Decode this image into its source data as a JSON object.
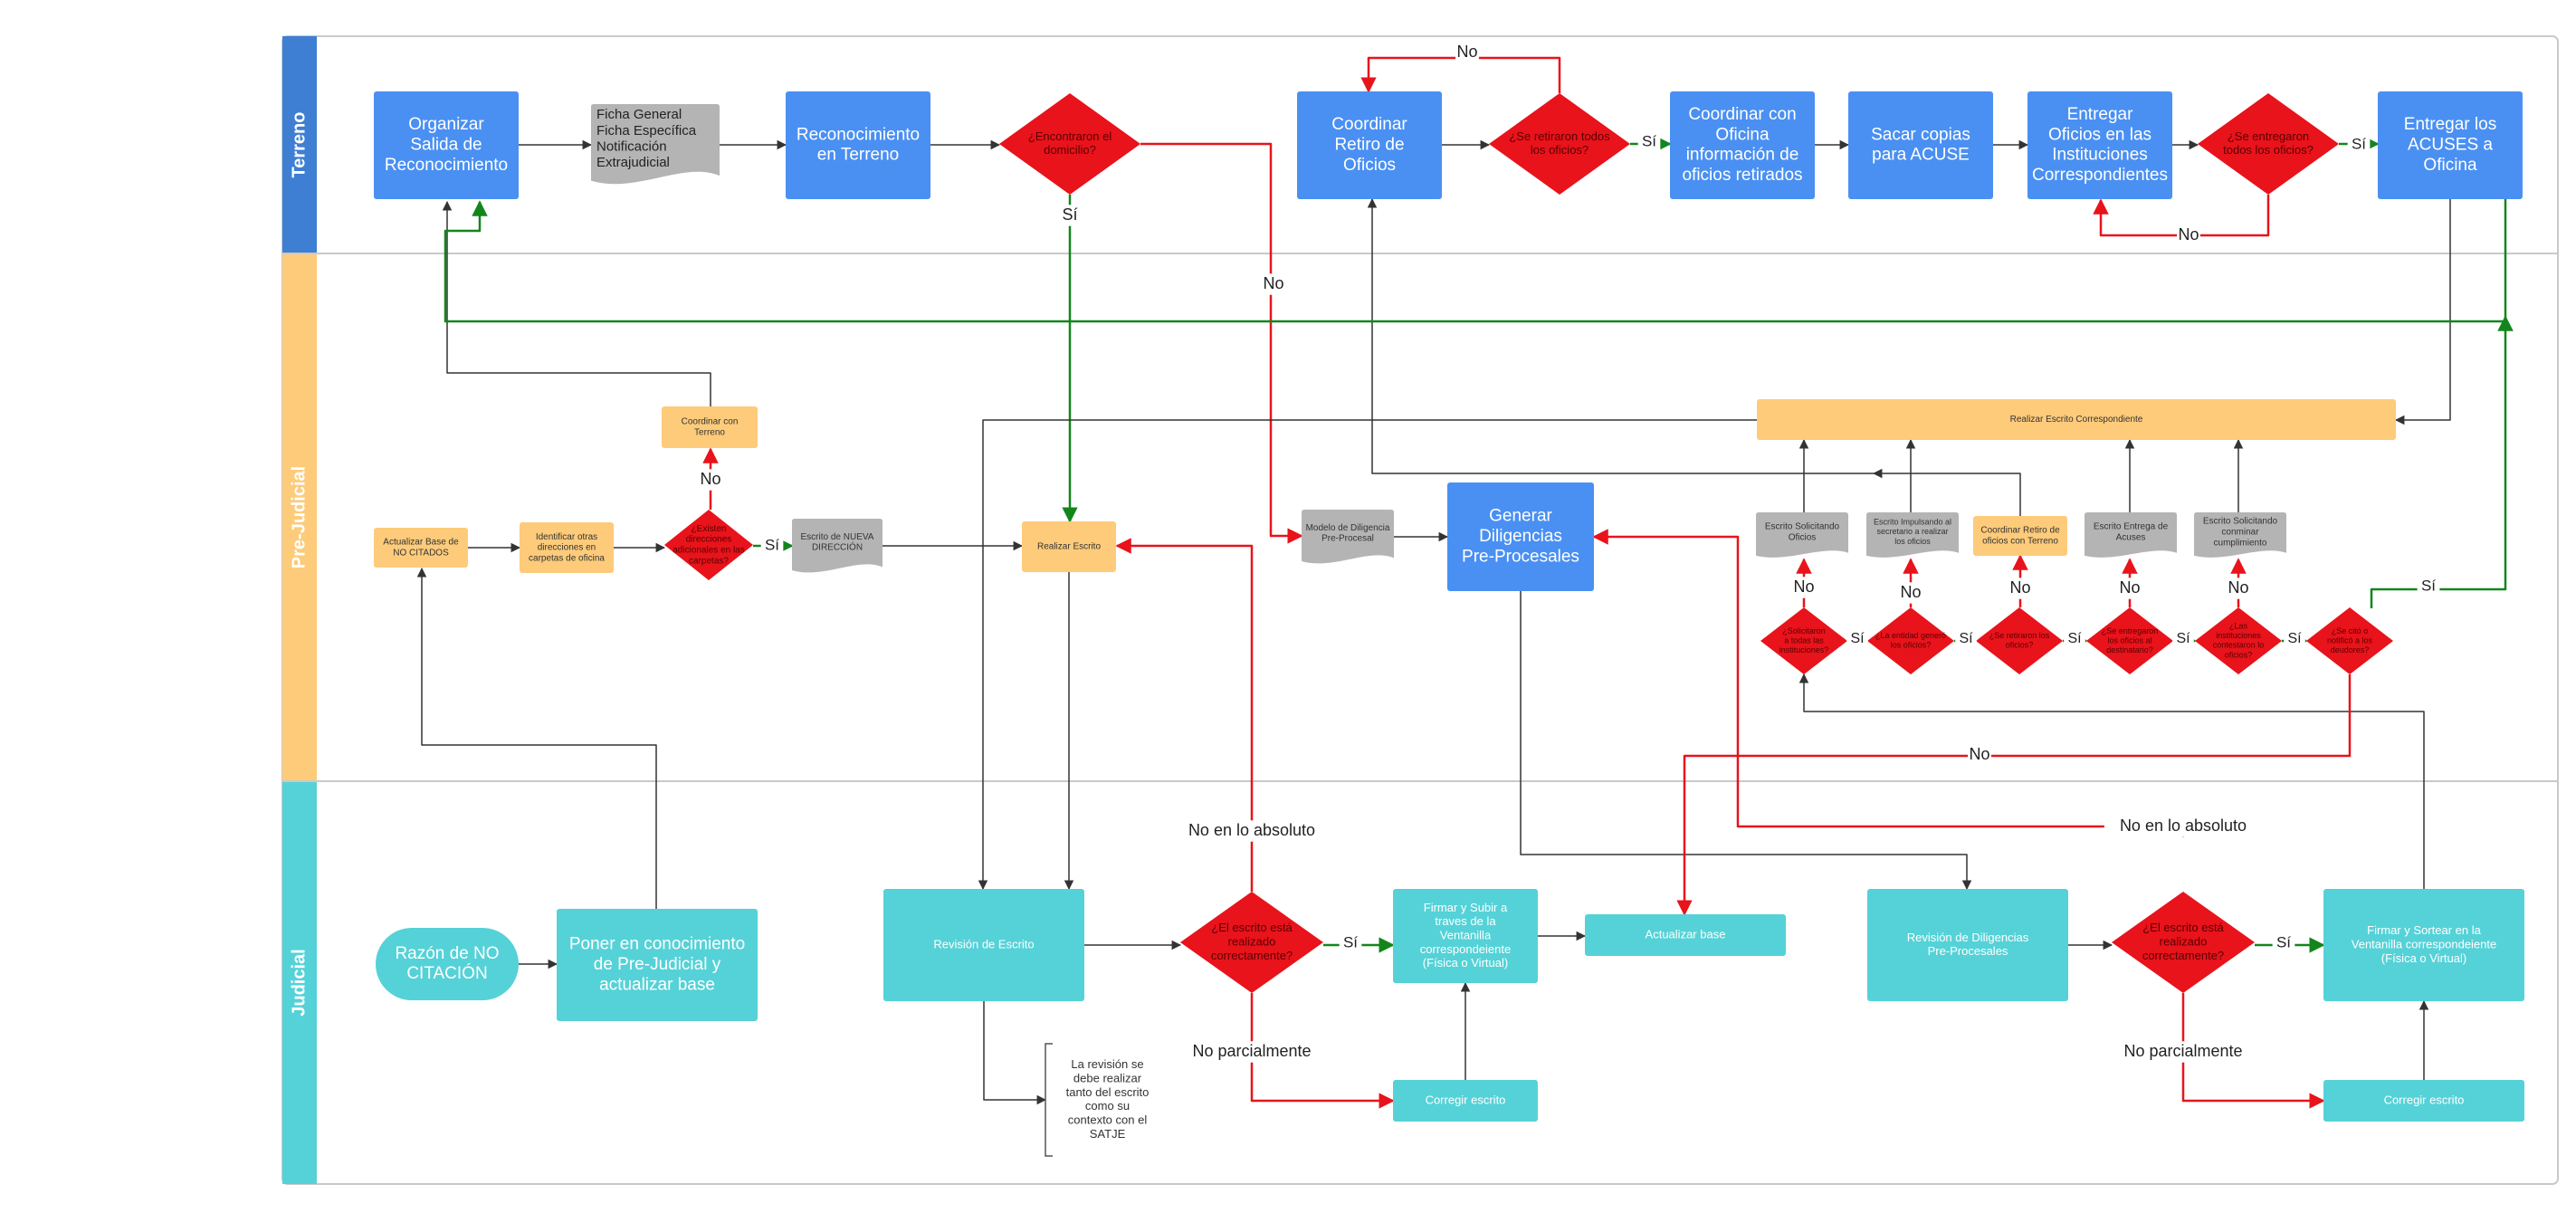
{
  "colors": {
    "lane_terreno": "#3f7fd3",
    "lane_prejudicial": "#fdcb7a",
    "lane_judicial": "#55d2d7",
    "blue_box": "#4a90f2",
    "orange_box": "#fdcb7a",
    "teal_box": "#55d2d7",
    "gray_doc": "#b4b4b4",
    "red_diamond": "#e8131b",
    "flow_gray": "#333333",
    "flow_red": "#e8131b",
    "flow_green": "#13861b"
  },
  "lanes": [
    {
      "id": "terreno",
      "label": "Terreno"
    },
    {
      "id": "prejudicial",
      "label": "Pre-Judicial"
    },
    {
      "id": "judicial",
      "label": "Judicial"
    }
  ],
  "nodes": {
    "t_organizar": {
      "text": [
        "Organizar",
        "Salida de",
        "Reconocimiento"
      ]
    },
    "t_fichas": {
      "text": [
        "Ficha General",
        "Ficha Específica",
        "Notificación",
        "Extrajudicial"
      ]
    },
    "t_reconocimiento": {
      "text": [
        "Reconocimiento",
        "en Terreno"
      ]
    },
    "t_dec_domicilio": {
      "text": [
        "¿Encontraron el",
        "domicilio?"
      ]
    },
    "t_coordinar_retiro": {
      "text": [
        "Coordinar",
        "Retiro de",
        "Oficios"
      ]
    },
    "t_dec_retiraron": {
      "text": [
        "¿Se retiraron todos",
        "los oficios?"
      ]
    },
    "t_coordinar_oficina": {
      "text": [
        "Coordinar con",
        "Oficina",
        "información de",
        "oficios retirados"
      ]
    },
    "t_copias": {
      "text": [
        "Sacar copias",
        "para ACUSE"
      ]
    },
    "t_entregar_oficios": {
      "text": [
        "Entregar",
        "Oficios en las",
        "Instituciones",
        "Correspondientes"
      ]
    },
    "t_dec_entregaron": {
      "text": [
        "¿Se entregaron",
        "todos los oficios?"
      ]
    },
    "t_entregar_acuses": {
      "text": [
        "Entregar los",
        "ACUSES a",
        "Oficina"
      ]
    },
    "p_coordinar_terreno": {
      "text": [
        "Coordinar con",
        "Terreno"
      ]
    },
    "p_actualizar_nocitados": {
      "text": [
        "Actualizar Base de",
        "NO CITADOS"
      ]
    },
    "p_identificar": {
      "text": [
        "Identificar otras",
        "direcciones en",
        "carpetas de oficina"
      ]
    },
    "p_dec_direcciones": {
      "text": [
        "¿Existen",
        "direcciones",
        "adicionales en las",
        "carpetas?"
      ]
    },
    "p_escrito_nueva": {
      "text": [
        "Escrito de NUEVA",
        "DIRECCIÓN"
      ]
    },
    "p_realizar_escrito": {
      "text": [
        "Realizar Escrito"
      ]
    },
    "p_modelo": {
      "text": [
        "Modelo de Diligencia",
        "Pre-Procesal"
      ]
    },
    "p_generar": {
      "text": [
        "Generar",
        "Diligencias",
        "Pre-Procesales"
      ]
    },
    "p_realizar_corr": {
      "text": [
        "Realizar Escrito Correspondiente"
      ]
    },
    "p_esc_solicitando": {
      "text": [
        "Escrito Solicitando",
        "Oficios"
      ]
    },
    "p_esc_impulsando": {
      "text": [
        "Escrito Impulsando al",
        "secretario a realizar",
        "los oficios"
      ]
    },
    "p_coord_retiro": {
      "text": [
        "Coordinar Retiro de",
        "oficios con Terreno"
      ]
    },
    "p_esc_entrega": {
      "text": [
        "Escrito Entrega de",
        "Acuses"
      ]
    },
    "p_esc_conminar": {
      "text": [
        "Escrito Solicitando",
        "conminar",
        "cumplimiento"
      ]
    },
    "p_dec1": {
      "text": [
        "¿Solicitaron",
        "a todas las",
        "instituciones?"
      ]
    },
    "p_dec2": {
      "text": [
        "¿La entidad generó",
        "los oficios?"
      ]
    },
    "p_dec3": {
      "text": [
        "¿Se retiraron los",
        "oficios?"
      ]
    },
    "p_dec4": {
      "text": [
        "¿Se entregaron",
        "los oficios al",
        "destinatario?"
      ]
    },
    "p_dec5": {
      "text": [
        "¿Las",
        "instituciones",
        "contestaron lo",
        "oficios?"
      ]
    },
    "p_dec6": {
      "text": [
        "¿Se citó o",
        "notificó a los",
        "deudores?"
      ]
    },
    "j_razon": {
      "text": [
        "Razón de NO",
        "CITACIÓN"
      ]
    },
    "j_poner": {
      "text": [
        "Poner en conocimiento",
        "de Pre-Judicial y",
        "actualizar base"
      ]
    },
    "j_revision_escrito": {
      "text": [
        "Revisión de Escrito"
      ]
    },
    "j_dec_escrito1": {
      "text": [
        "¿El escrito está",
        "realizado",
        "correctamente?"
      ]
    },
    "j_firmar1": {
      "text": [
        "Firmar y Subir a",
        "traves de la",
        "Ventanilla",
        "correspondeiente",
        "(Física o Virtual)"
      ]
    },
    "j_actualizar_base": {
      "text": [
        "Actualizar base"
      ]
    },
    "j_corregir1": {
      "text": [
        "Corregir escrito"
      ]
    },
    "j_nota": {
      "text": [
        "La revisión se",
        "debe realizar",
        "tanto del escrito",
        "como su",
        "contexto con el",
        "SATJE"
      ]
    },
    "j_revision_dilig": {
      "text": [
        "Revisión de Diligencias",
        "Pre-Procesales"
      ]
    },
    "j_dec_escrito2": {
      "text": [
        "¿El escrito está",
        "realizado",
        "correctamente?"
      ]
    },
    "j_firmar2": {
      "text": [
        "Firmar y Sortear en la",
        "Ventanilla correspondeiente",
        "(Física o Virtual)"
      ]
    },
    "j_corregir2": {
      "text": [
        "Corregir escrito"
      ]
    }
  },
  "edge_labels": {
    "no": "No",
    "si": "Sí",
    "no_absoluto": "No en lo absoluto",
    "no_parcial": "No parcialmente"
  }
}
